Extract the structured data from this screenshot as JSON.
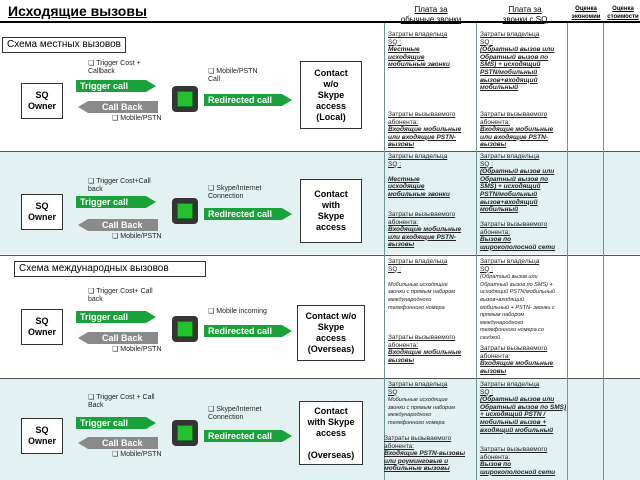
{
  "title": "Исходящие вызовы",
  "headers": {
    "plain": "Плата за\nобычные звонки",
    "sq": "Плата за\nзвонки с SQ",
    "econ": "Оценка\nэкономии",
    "cost": "Оценка\nстоимости"
  },
  "sections": {
    "local": "Схема местных вызовов",
    "intl": "Схема международных вызовов"
  },
  "rows": [
    {
      "owner": "SQ\nOwner",
      "trigger_note": "Trigger Cost +\nCallback",
      "trigger_call": "Trigger call",
      "call_back": "Call Back",
      "cb_note": "Mobile/PSTN",
      "mid_note": "Mobile/PSTN\nCall",
      "redirected": "Redirected call",
      "contact": "Contact\nw/o\nSkype\naccess\n(Local)",
      "plain_top_label": "Затраты владельца\nSQ :",
      "plain_top": "Местные\nисходящие\nмобильные звонки",
      "plain_bot_label": "Затраты вызываемого\nабонента:",
      "plain_bot": "Входящие мобильные\nили входящие PSTN-\nвызовы",
      "sq_top_label": "Затраты владельца\nSQ :",
      "sq_top": "(Обратный вызов или\nОбратный вызов по\nSMS) + исходящий\nPSTN/мобильный\nвызов+входящий\nмобильный",
      "sq_bot_label": "Затраты вызываемого\nабонента:",
      "sq_bot": "Входящие мобильные\nили входящие PSTN-\nвызовы"
    },
    {
      "owner": "SQ\nOwner",
      "trigger_note": "Trigger Cost+Call\nback",
      "trigger_call": "Trigger call",
      "call_back": "Call Back",
      "cb_note": "Mobile/PSTN",
      "mid_note": "Skype/Internet\nConnection",
      "redirected": "Redirected call",
      "contact": "Contact\nwith\nSkype\naccess",
      "plain_top_label": "Затраты владельца\nSQ :",
      "plain_top": "Местные\nисходящие\nмобильные звонки",
      "plain_bot_label": "Затраты вызываемого\nабонента:",
      "plain_bot": "Входящие мобильные\nили входящие PSTN-\nвызовы",
      "sq_top_label": "Затраты владельца\nSQ :",
      "sq_top": "(Обратный вызов или\nОбратный вызов по\nSMS) + исходящий\nPSTN/мобильный\nвызов+входящий\nмобильный",
      "sq_bot_label": "Затраты вызываемого\nабонента:",
      "sq_bot": "Вызов по\nширокополосной сети"
    },
    {
      "owner": "SQ\nOwner",
      "trigger_note": "Trigger Cost+ Call\nback",
      "trigger_call": "Trigger call",
      "call_back": "Call Back",
      "cb_note": "Mobile/PSTN",
      "mid_note": "Mobile incoming",
      "redirected": "Redirected call",
      "contact": "Contact w/o\nSkype\naccess\n(Overseas)",
      "plain_top_label": "Затраты владельца\nSQ :",
      "plain_top": "Мобильные исходящие\nзвонки с прямым набором\nмеждународного\nтелефонного номера",
      "plain_bot_label": "Затраты вызываемого\nабонента:",
      "plain_bot": "Входящие мобильные\nвызовы",
      "sq_top_label": "Затраты владельца\nSQ :",
      "sq_top": "(Обратный вызов или\nОбратный вызов по SMS) +\nисходящий PSTN/мобильный\nвызов+входящий\nмобильный + PSTN- звонки с\nпрямым набором\nмеждународного\nтелефонного номера со\nскидкой",
      "sq_bot_label": "Затраты вызываемого\nабонента:",
      "sq_bot": "Входящие мобильные\nвызовы"
    },
    {
      "owner": "SQ\nOwner",
      "trigger_note": "Trigger Cost + Call\nBack",
      "trigger_call": "Trigger call",
      "call_back": "Call Back",
      "cb_note": "Mobile/PSTN",
      "mid_note": "Skype/Internet\nConnection",
      "redirected": "Redirected call",
      "contact": "Contact\nwith Skype\naccess\n\n(Overseas)",
      "plain_top_label": "Затраты владельца\nSQ",
      "plain_top": "Мобильные исходящие\nзвонки с прямым набором\nмеждународного\nтелефонного номера",
      "plain_bot_label": "Затраты вызываемого\nабонента:",
      "plain_bot": "Входящие PSTN-вызовы\nили роуминговые и\nмобильные вызовы",
      "sq_top_label": "Затраты владельца\nSQ :",
      "sq_top": "(Обратный вызов или\nОбратный вызов по SMS)\n+ исходящий PSTN /\nмобильный вызов +\nвходящий мобильный",
      "sq_bot_label": "Затраты вызываемого\nабонента:",
      "sq_bot": "Вызов по\nширокополосной сети"
    }
  ]
}
